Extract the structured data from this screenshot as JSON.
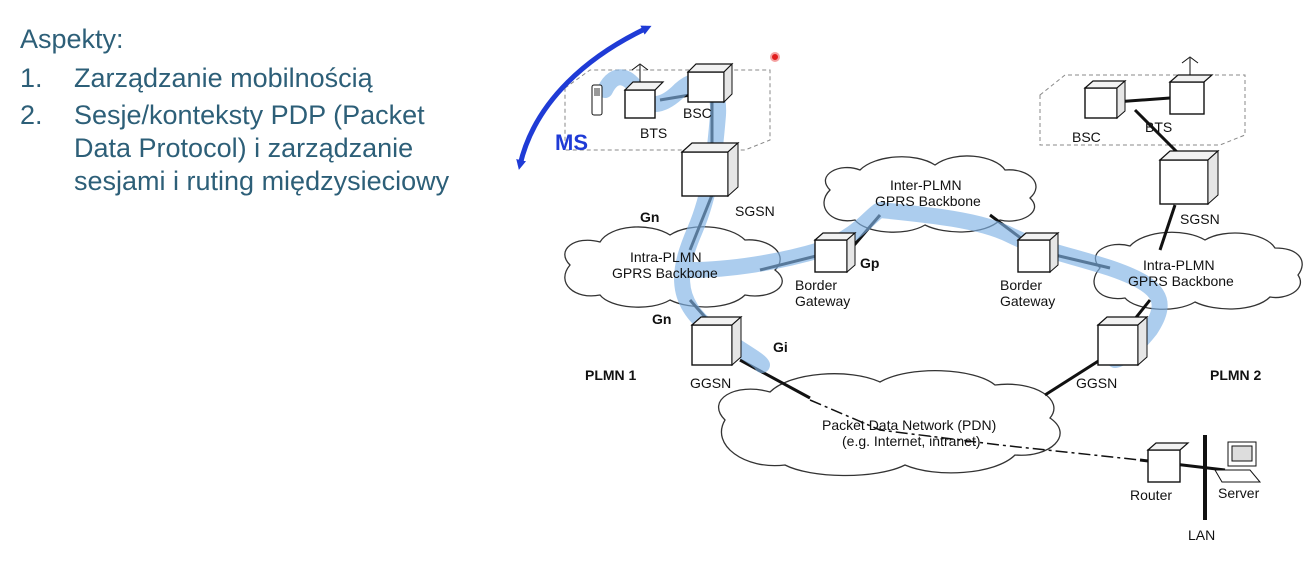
{
  "slide": {
    "heading": "Aspekty:",
    "items": [
      {
        "num": "1.",
        "text": "Zarządzanie mobilnością",
        "cont": ""
      },
      {
        "num": "2.",
        "text": "Sesje/konteksty PDP (Packet",
        "cont": "Data Protocol) i zarządzanie",
        "cont2": "sesjami i ruting międzysieciowy"
      }
    ]
  },
  "diagram": {
    "ms_label": "MS",
    "plmn1": "PLMN 1",
    "plmn2": "PLMN 2",
    "nodes": {
      "bts1": "BTS",
      "bsc1": "BSC",
      "sgsn1": "SGSN",
      "ggsn1": "GGSN",
      "bg1_l1": "Border",
      "bg1_l2": "Gateway",
      "bsc2": "BSC",
      "bts2": "BTS",
      "sgsn2": "SGSN",
      "ggsn2": "GGSN",
      "bg2_l1": "Border",
      "bg2_l2": "Gateway",
      "router": "Router",
      "server": "Server",
      "lan": "LAN"
    },
    "clouds": {
      "intra1_l1": "Intra-PLMN",
      "intra1_l2": "GPRS Backbone",
      "inter_l1": "Inter-PLMN",
      "inter_l2": "GPRS Backbone",
      "intra2_l1": "Intra-PLMN",
      "intra2_l2": "GPRS Backbone",
      "pdn_l1": "Packet Data Network (PDN)",
      "pdn_l2": "(e.g. Internet, intranet)"
    },
    "interfaces": {
      "gn_top": "Gn",
      "gn_bottom": "Gn",
      "gp": "Gp",
      "gi": "Gi"
    },
    "colors": {
      "path_highlight": "#7fb2e5",
      "arrow": "#1f3bd6",
      "cursor": "#e11d1d"
    }
  }
}
